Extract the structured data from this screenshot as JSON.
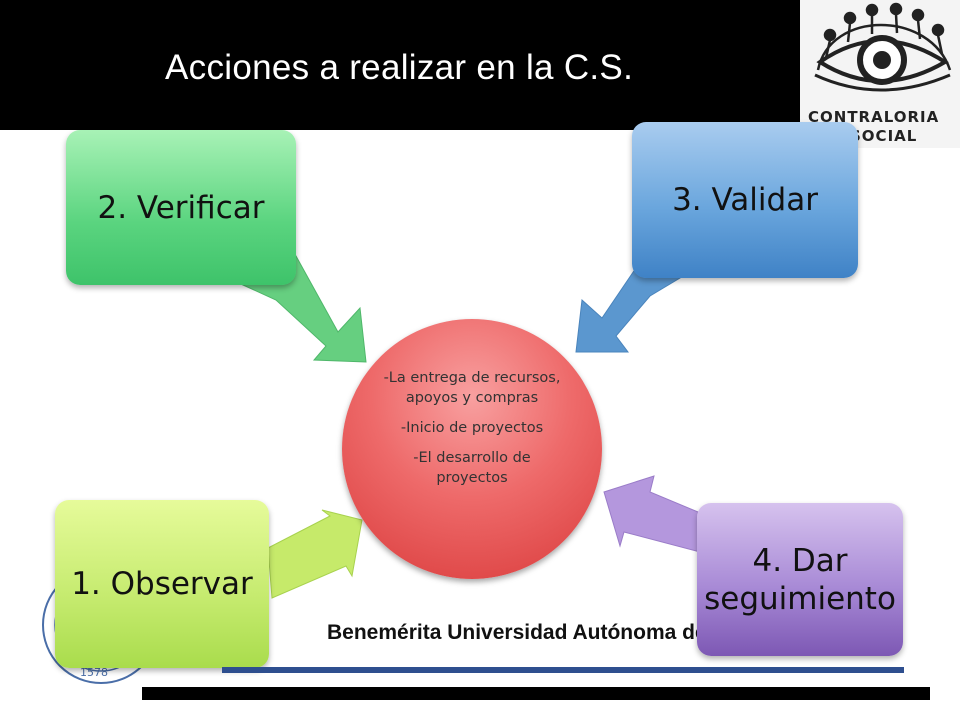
{
  "title": "Acciones a realizar en la C.S.",
  "logo": {
    "line1": "CONTRALORIA",
    "line2": "SOCIAL",
    "icon": "eye-with-people-icon"
  },
  "center": {
    "items": [
      "-La entrega de recursos, apoyos y compras",
      "-Inicio de proyectos",
      "-El desarrollo de proyectos"
    ],
    "color": "#e85555"
  },
  "steps": {
    "verificar": {
      "label": "2. Verificar",
      "color": "#5ad47f"
    },
    "validar": {
      "label": "3. Validar",
      "color": "#6aa6dd"
    },
    "observar": {
      "label": "1. Observar",
      "color": "#c4ea6d"
    },
    "seguimiento": {
      "label": "4. Dar seguimiento",
      "color": "#a88ad6"
    }
  },
  "footer": {
    "university": "Benemérita Universidad Autónoma de Puebla",
    "seal_year": "1578"
  }
}
